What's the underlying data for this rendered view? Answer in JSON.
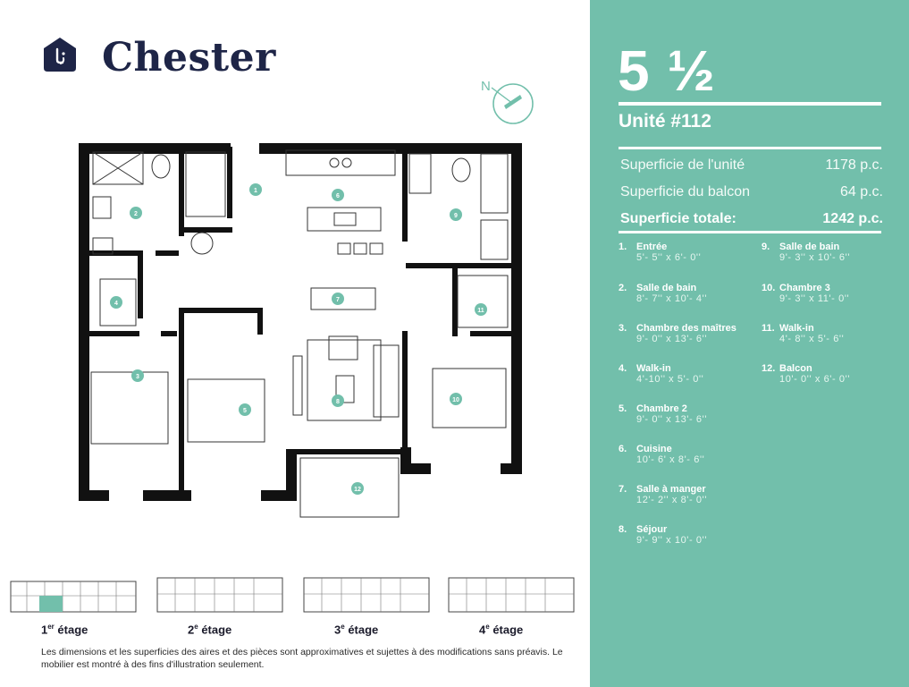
{
  "brand": {
    "name": "Chester",
    "accent": "#72bfab",
    "dark": "#1e2547"
  },
  "unit_type": "5 ½",
  "unit_label": "Unité #112",
  "areas": [
    {
      "label": "Superficie de l'unité",
      "value": "1178 p.c."
    },
    {
      "label": "Superficie du balcon",
      "value": "64 p.c."
    },
    {
      "label": "Superficie totale:",
      "value": "1242 p.c."
    }
  ],
  "rooms": [
    {
      "num": "1.",
      "name": "Entrée",
      "dim": "5'- 5'' x 6'- 0''"
    },
    {
      "num": "2.",
      "name": "Salle de bain",
      "dim": "8'- 7'' x 10'- 4''"
    },
    {
      "num": "3.",
      "name": "Chambre des maîtres",
      "dim": "9'- 0'' x 13'- 6''"
    },
    {
      "num": "4.",
      "name": "Walk-in",
      "dim": "4'-10'' x 5'- 0''"
    },
    {
      "num": "5.",
      "name": "Chambre 2",
      "dim": "9'- 0'' x 13'- 6''"
    },
    {
      "num": "6.",
      "name": "Cuisine",
      "dim": "10'- 6' x 8'- 6''"
    },
    {
      "num": "7.",
      "name": "Salle à manger",
      "dim": "12'- 2'' x 8'- 0''"
    },
    {
      "num": "8.",
      "name": "Séjour",
      "dim": "9'- 9'' x 10'- 0''"
    },
    {
      "num": "9.",
      "name": "Salle de bain",
      "dim": "9'- 3'' x 10'- 6''"
    },
    {
      "num": "10.",
      "name": "Chambre 3",
      "dim": "9'- 3'' x 11'- 0''"
    },
    {
      "num": "11.",
      "name": "Walk-in",
      "dim": "4'- 8'' x 5'- 6''"
    },
    {
      "num": "12.",
      "name": "Balcon",
      "dim": "10'- 0'' x 6'- 0''"
    }
  ],
  "compass_label": "N",
  "floors": [
    {
      "num": "1",
      "sup": "er",
      "word": "étage",
      "active": true
    },
    {
      "num": "2",
      "sup": "e",
      "word": "étage",
      "active": false
    },
    {
      "num": "3",
      "sup": "e",
      "word": "étage",
      "active": false
    },
    {
      "num": "4",
      "sup": "e",
      "word": "étage",
      "active": false
    }
  ],
  "plan_labels": [
    "1",
    "2",
    "3",
    "4",
    "5",
    "6",
    "7",
    "8",
    "9",
    "10",
    "11",
    "12"
  ],
  "disclaimer": "Les dimensions et les superficies des aires et des pièces sont approximatives et sujettes à des modifications sans préavis. Le mobilier est montré à des fins d'illustration seulement."
}
